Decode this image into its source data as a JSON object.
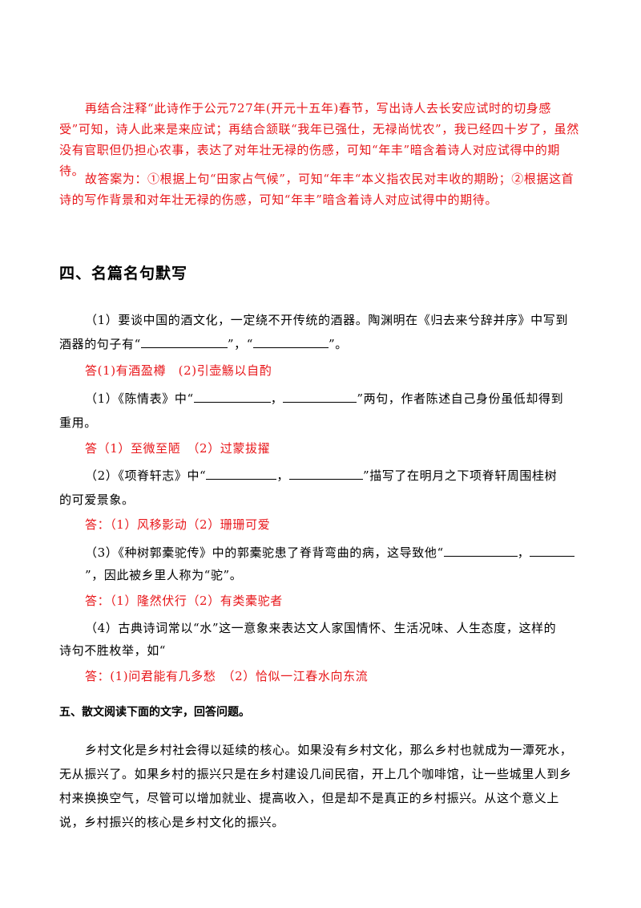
{
  "analysis": {
    "p1": "再结合注释“此诗作于公元727年(开元十五年)春节，写出诗人去长安应试时的切身感受”可知，诗人此来是来应试；再结合颔联“我年已强仕，无禄尚忧农”，我已经四十岁了，虽然没有官职但仍担心农事，表达了对年壮无禄的伤感，可知“年丰”暗含着诗人对应试得中的期待。",
    "p2": "故答案为：①根据上句“田家占气候”，可知“年丰“本义指农民对丰收的期盼；②根据这首诗的写作背景和对年壮无禄的伤感，可知“年丰”暗含着诗人对应试得中的期待。"
  },
  "section4": {
    "title": "四、名篇名句默写",
    "q1_a": "（1）要谈中国的酒文化，一定绕不开传统的酒器。陶渊明在《归去来兮辞并序》中写到",
    "q1_b": "酒器的句子有“",
    "q1_c": "”，“",
    "q1_d": "”。",
    "a1": "答(1)有酒盈樽　(2)引壶觞以自酌",
    "q2_a": "（1）《陈情表》中“",
    "q2_b": "，",
    "q2_c": "”两句，作者陈述自己身份虽低却得到",
    "q2_d": "重用。",
    "a2": "答（1）至微至陋　（2）过蒙拔擢",
    "q3_a": "（2）《项脊轩志》中“",
    "q3_b": "，",
    "q3_c": "”描写了在明月之下项脊轩周围桂树",
    "q3_d": "的可爱景象。",
    "a3": "答：（1）风移影动（2）珊珊可爱",
    "q4_a": "（3）《种树郭橐驼传》中的郭橐驼患了脊背弯曲的病，这导致他“",
    "q4_b": "，",
    "q4_c": "”，因此被乡里人称为“驼”。",
    "a4": "答：（1）隆然伏行（2）有类橐驼者",
    "q5_a": "（4）古典诗词常以“水”这一意象来表达文人家国情怀、生活况味、人生态度，这样的",
    "q5_b": "诗句不胜枚举，如“",
    "a5": "答：(1)问君能有几多愁　（2）恰似一江春水向东流"
  },
  "section5": {
    "title": "五、散文阅读下面的文字，回答问题。",
    "p1": "乡村文化是乡村社会得以延续的核心。如果没有乡村文化，那么乡村也就成为一潭死水，无从振兴了。如果乡村的振兴只是在乡村建设几间民宿，开上几个咖啡馆，让一些城里人到乡村来换换空气，尽管可以增加就业、提高收入，但是却不是真正的乡村振兴。从这个意义上说，乡村振兴的核心是乡村文化的振兴。"
  }
}
